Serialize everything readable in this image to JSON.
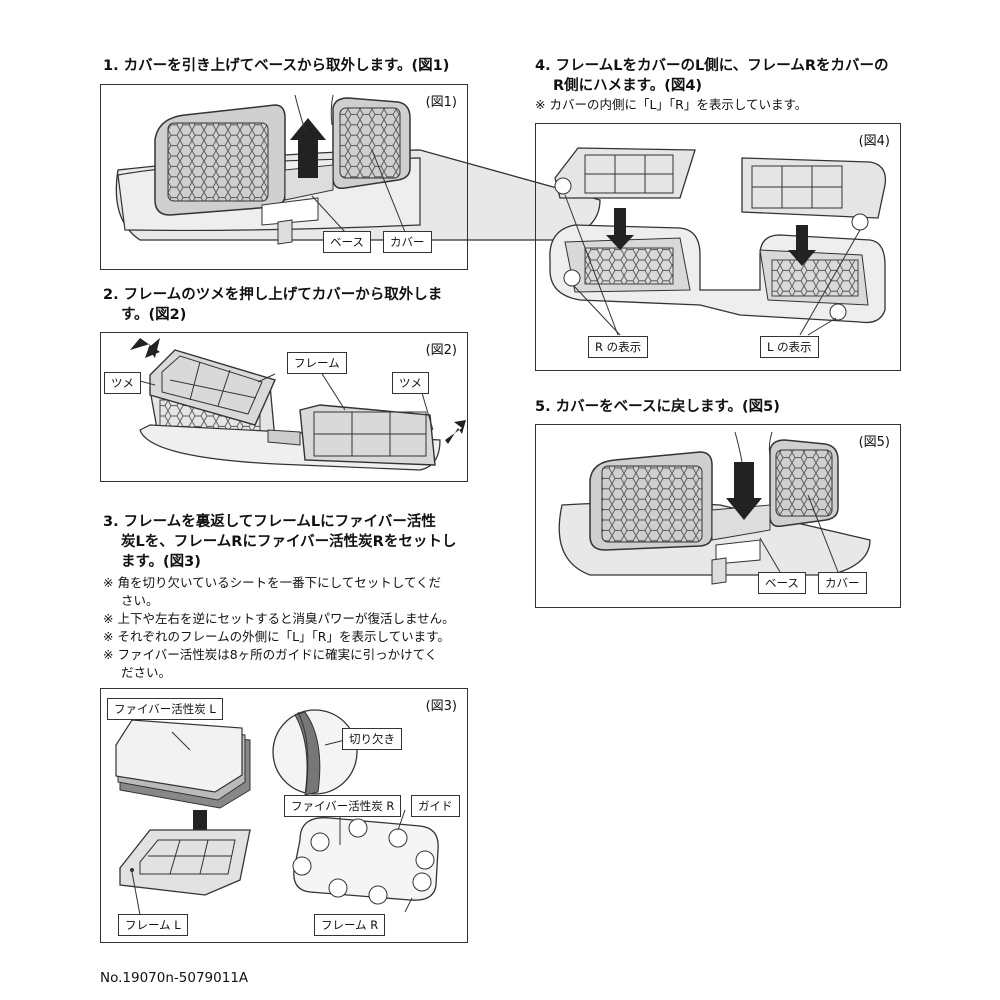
{
  "steps": {
    "s1": {
      "num": "1.",
      "text": "カバーを引き上げてベースから取外します。(図1)"
    },
    "s2": {
      "num": "2.",
      "text1": "フレームのツメを押し上げてカバーから取外しま",
      "text2": "す。(図2)"
    },
    "s3": {
      "num": "3.",
      "text1": "フレームを裏返してフレームLにファイバー活性",
      "text2": "炭Lを、フレームRにファイバー活性炭Rをセットし",
      "text3": "ます。(図3)"
    },
    "s4": {
      "num": "4.",
      "text1": "フレームLをカバーのL側に、フレームRをカバーの",
      "text2": "R側にハメます。(図4)"
    },
    "s5": {
      "num": "5.",
      "text": "カバーをベースに戻します。(図5)"
    }
  },
  "notes3": [
    {
      "l1": "※ 角を切り欠いているシートを一番下にしてセットしてくだ",
      "l2": "さい。"
    },
    {
      "l1": "※ 上下や左右を逆にセットすると消臭パワーが復活しません。"
    },
    {
      "l1": "※ それぞれのフレームの外側に「L」「R」を表示しています。"
    },
    {
      "l1": "※ ファイバー活性炭は8ヶ所のガイドに確実に引っかけてく",
      "l2": "ださい。"
    }
  ],
  "note4": "※ カバーの内側に「L」「R」を表示しています。",
  "figs": {
    "f1": {
      "label": "(図1)",
      "base": "ベース",
      "cover": "カバー"
    },
    "f2": {
      "label": "(図2)",
      "frame": "フレーム",
      "tab_left": "ツメ",
      "tab_right": "ツメ"
    },
    "f3": {
      "label": "(図3)",
      "carbon_l": "ファイバー活性炭 L",
      "notch": "切り欠き",
      "carbon_r": "ファイバー活性炭 R",
      "guide": "ガイド",
      "frame_l": "フレーム L",
      "frame_r": "フレーム R"
    },
    "f4": {
      "label": "(図4)",
      "r_mark": "R の表示",
      "l_mark": "L の表示"
    },
    "f5": {
      "label": "(図5)",
      "base": "ベース",
      "cover": "カバー"
    }
  },
  "footer": "No.19070n-5079011A"
}
